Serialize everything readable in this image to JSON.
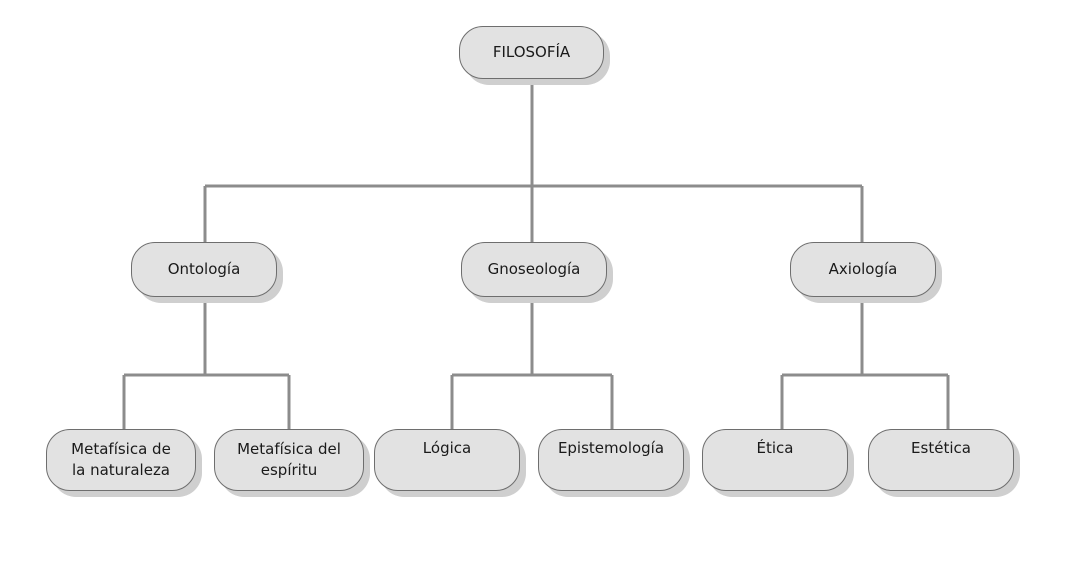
{
  "root": {
    "label": "FILOSOFÍA"
  },
  "branches": [
    {
      "label": "Ontología",
      "children": [
        "Metafísica de\nla naturaleza",
        "Metafísica del\nespíritu"
      ]
    },
    {
      "label": "Gnoseología",
      "children": [
        "Lógica",
        "Epistemología"
      ]
    },
    {
      "label": "Axiología",
      "children": [
        "Ética",
        "Estética"
      ]
    }
  ],
  "colors": {
    "box_fill": "#e2e2e2",
    "box_border": "#6e6e6e",
    "connector": "#8c8c8c",
    "shadow": "#cfcfcf"
  }
}
